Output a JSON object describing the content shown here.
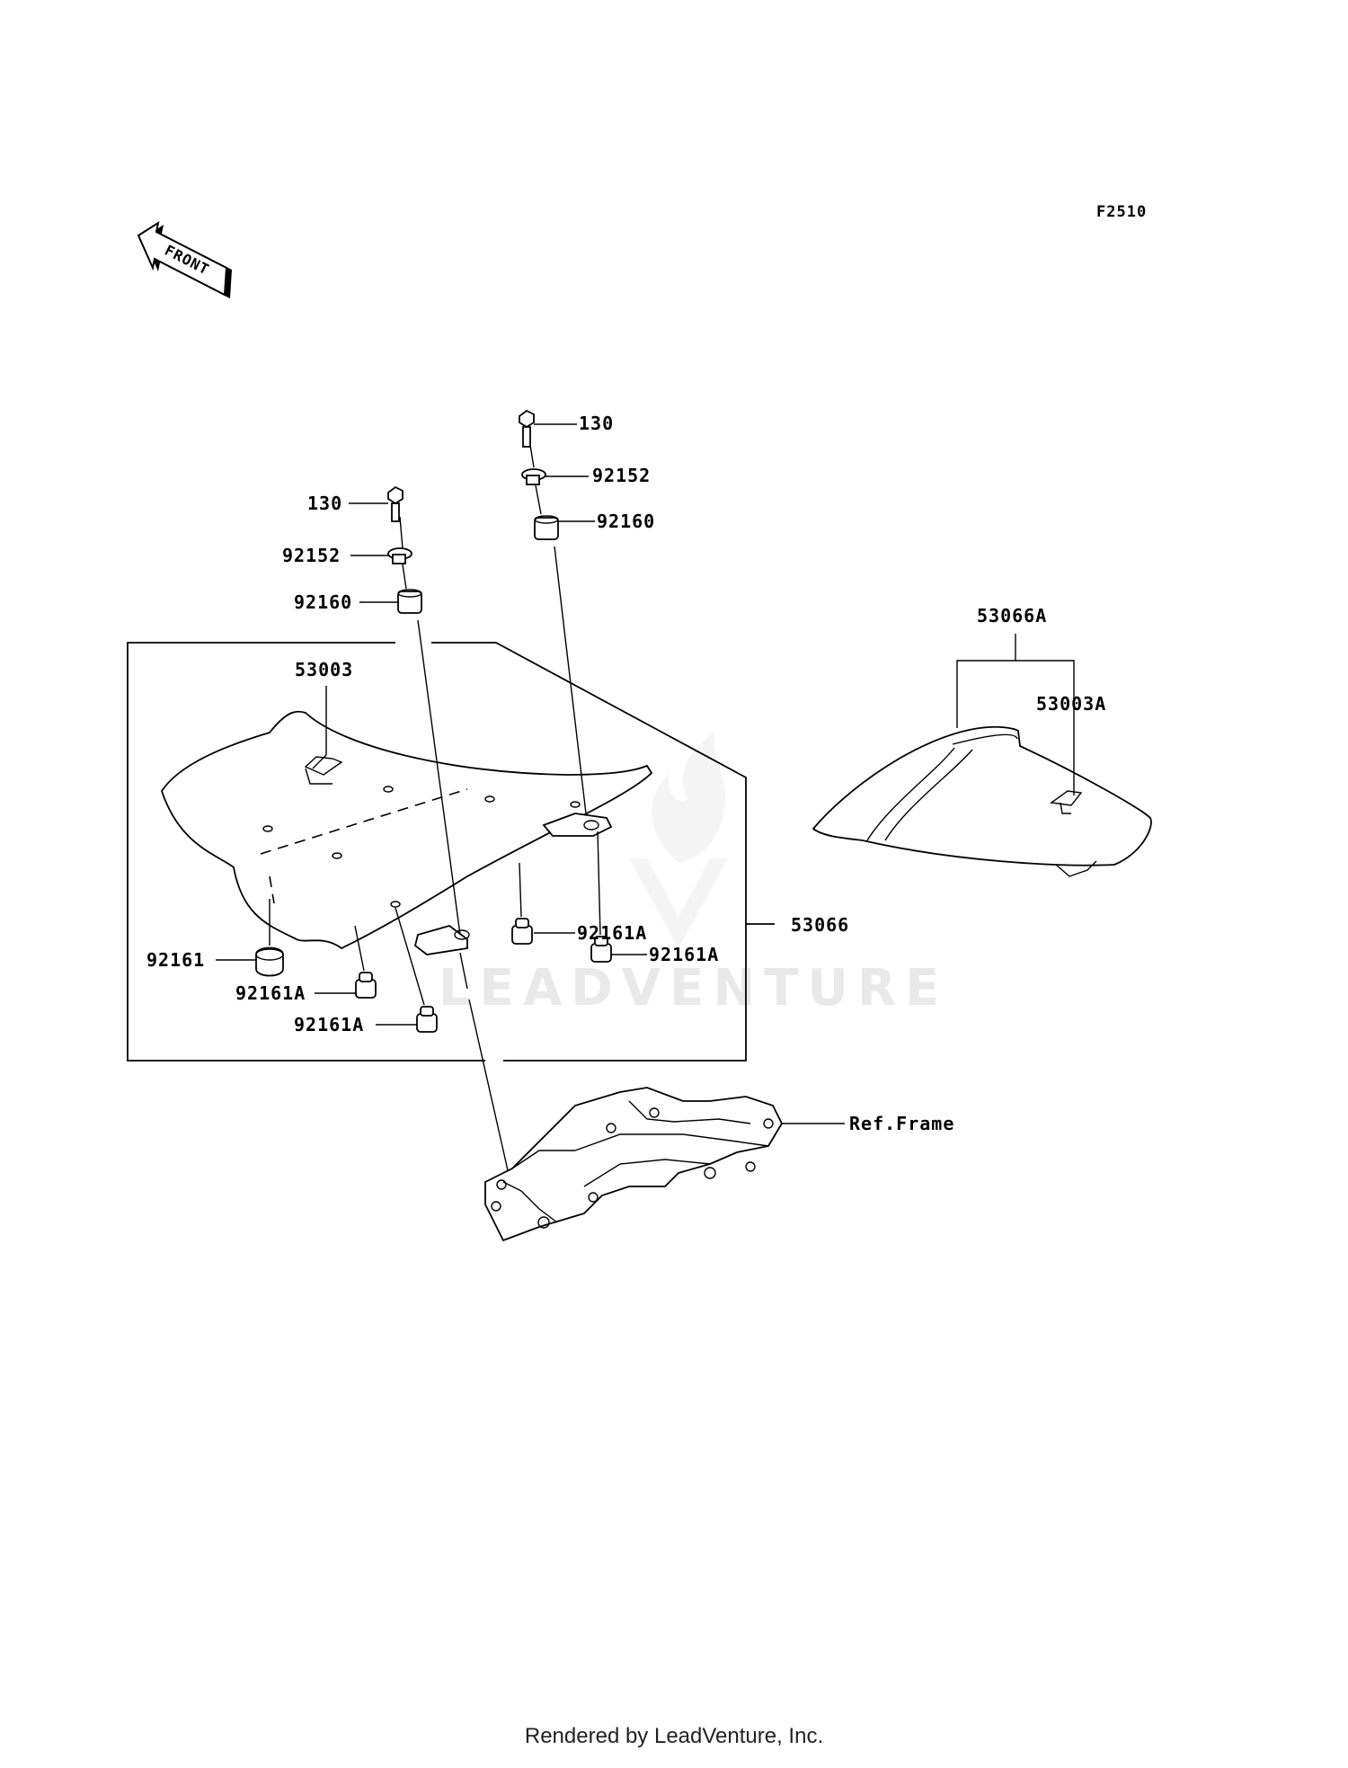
{
  "diagram": {
    "code": "F2510",
    "front_label": "FRONT",
    "watermark": "LEADVENTURE",
    "footer": "Rendered by LeadVenture, Inc.",
    "callouts": {
      "bolt_left": "130",
      "bolt_right": "130",
      "washer_left": "92152",
      "washer_right": "92152",
      "grommet_left": "92160",
      "grommet_right": "92160",
      "seat_pad": "53003",
      "seat_assy": "53066",
      "pillion_assy": "53066A",
      "pillion_pad": "53003A",
      "damper_left": "92161",
      "damper_a1": "92161A",
      "damper_a2": "92161A",
      "damper_a3": "92161A",
      "damper_a4": "92161A",
      "frame_ref": "Ref.Frame"
    }
  }
}
